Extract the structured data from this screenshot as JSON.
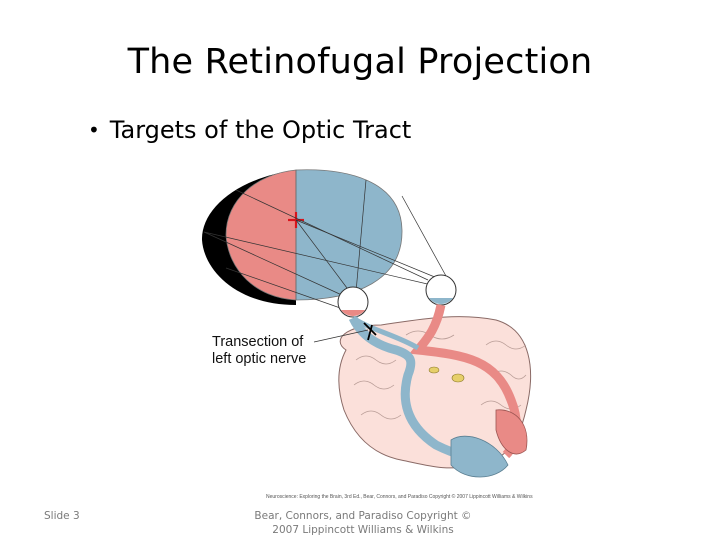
{
  "slide": {
    "title": "The Retinofugal Projection",
    "bullets": [
      "Targets of the Optic Tract"
    ],
    "figure": {
      "label_line1": "Transection of",
      "label_line2": "left optic nerve",
      "credit": "Neuroscience: Exploring the Brain, 3rd Ed., Bear, Connors, and Paradiso Copyright © 2007 Lippincott Williams & Wilkins"
    },
    "slide_number": "Slide 3",
    "footer_line1": "Bear, Connors, and Paradiso Copyright ©",
    "footer_line2": "2007 Lippincott Williams & Wilkins"
  },
  "colors": {
    "left_field": "#e98a86",
    "right_field": "#8eb6cb",
    "blind_region": "#000000",
    "brain_tissue": "#fbe0da",
    "fixation_cross": "#d8141c"
  }
}
